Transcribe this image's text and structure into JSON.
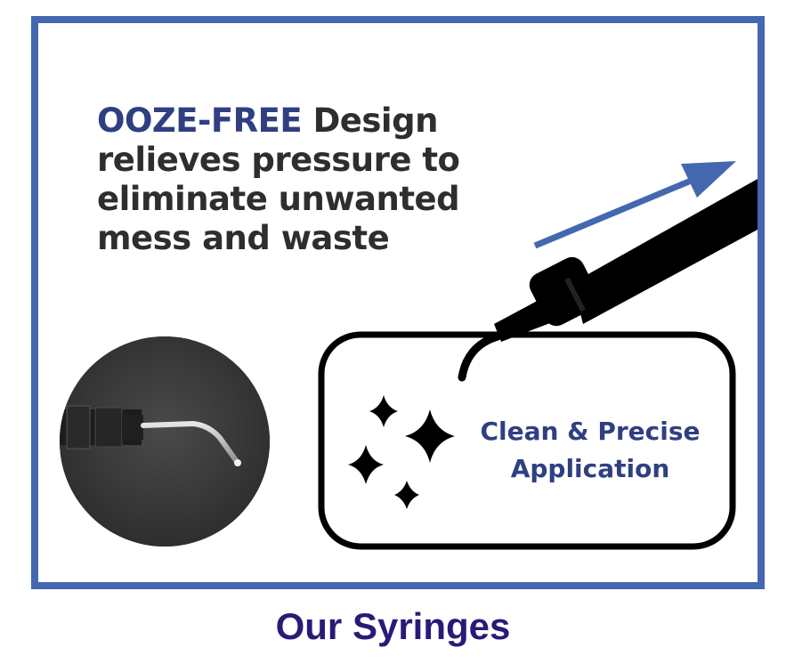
{
  "headline": {
    "accent": "OOZE-FREE",
    "rest": " Design relieves pressure to eliminate unwanted mess and waste"
  },
  "callout": {
    "line1": "Clean & Precise",
    "line2": "Application"
  },
  "footer": {
    "title": "Our Syringes"
  },
  "colors": {
    "frame": "#4468b0",
    "accent_text": "#2f3f82",
    "footer_text": "#2a1a78",
    "body_text": "#2e2e2e"
  },
  "icons": [
    "arrow-up-right-icon",
    "sparkle-icon",
    "syringe-tip-icon"
  ]
}
